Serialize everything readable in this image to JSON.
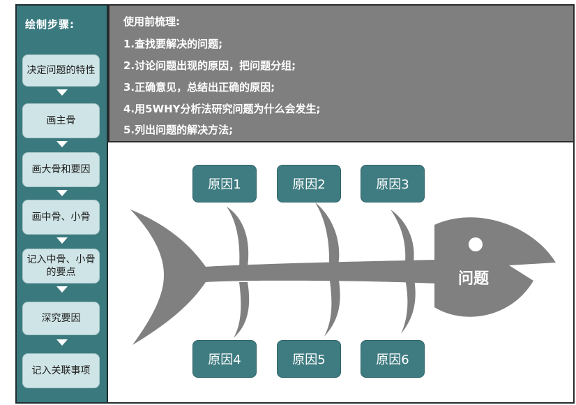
{
  "sidebar": {
    "title": "绘制步骤:",
    "steps": [
      {
        "label": "决定问题的特性"
      },
      {
        "label": "画主骨"
      },
      {
        "label": "画大骨和要因"
      },
      {
        "label": "画中骨、小骨"
      },
      {
        "label": "记入中骨、小骨的要点"
      },
      {
        "label": "深究要因"
      },
      {
        "label": "记入关联事项"
      }
    ]
  },
  "notes": {
    "title": "使用前梳理:",
    "items": [
      "1.查找要解决的问题;",
      "2.讨论问题出现的原因，把问题分组;",
      "3.正确意见，总结出正确的原因;",
      "4.用5WHY分析法研究问题为什么会发生;",
      "5.列出问题的解决方法;"
    ]
  },
  "diagram": {
    "problem": "问题",
    "causes_top": [
      "原因1",
      "原因2",
      "原因3"
    ],
    "causes_bottom": [
      "原因4",
      "原因5",
      "原因6"
    ]
  },
  "colors": {
    "teal": "#3a7a7f",
    "step_fill": "#cfe4e6",
    "panel_gray": "#7f7f7f",
    "fish_gray": "#808080",
    "cause_fill": "#3f7c81"
  }
}
